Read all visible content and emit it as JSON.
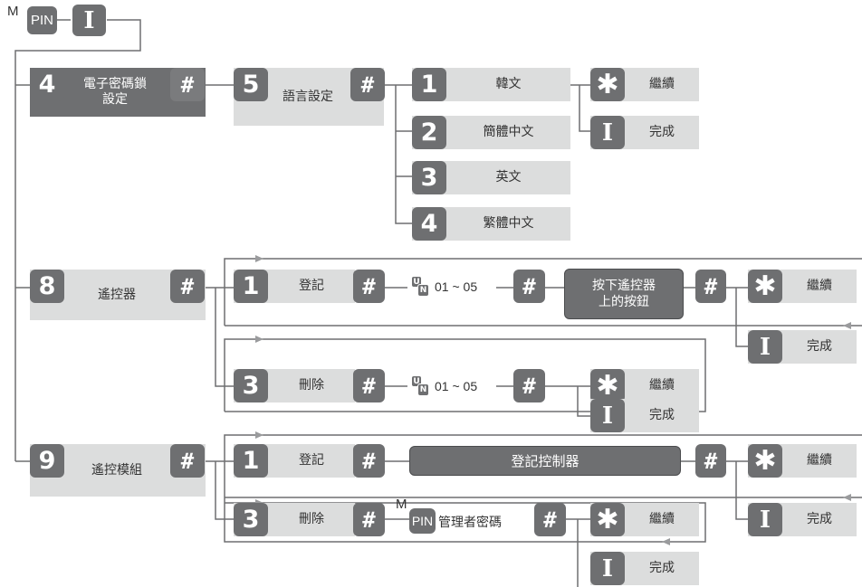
{
  "symbols": {
    "hash": "#",
    "star": "✱",
    "ibar": "I",
    "pin": "PIN",
    "m": "M",
    "u": "U",
    "n": "N",
    "range": "01 ~ 05"
  },
  "menu_4": {
    "digit": "4",
    "label_l1": "電子密碼鎖",
    "label_l2": "設定"
  },
  "menu_5": {
    "digit": "5",
    "label": "語言設定"
  },
  "languages": [
    {
      "digit": "1",
      "label": "韓文"
    },
    {
      "digit": "2",
      "label": "簡體中文"
    },
    {
      "digit": "3",
      "label": "英文"
    },
    {
      "digit": "4",
      "label": "繁體中文"
    }
  ],
  "menu_8": {
    "digit": "8",
    "label": "遙控器"
  },
  "menu_9": {
    "digit": "9",
    "label": "遙控模組"
  },
  "register": {
    "digit": "1",
    "label": "登記"
  },
  "delete": {
    "digit": "3",
    "label": "刪除"
  },
  "press_button": {
    "line1": "按下遙控器",
    "line2": "上的按鈕"
  },
  "register_controller": "登記控制器",
  "admin_password": "管理者密碼",
  "continue": "繼續",
  "done": "完成"
}
